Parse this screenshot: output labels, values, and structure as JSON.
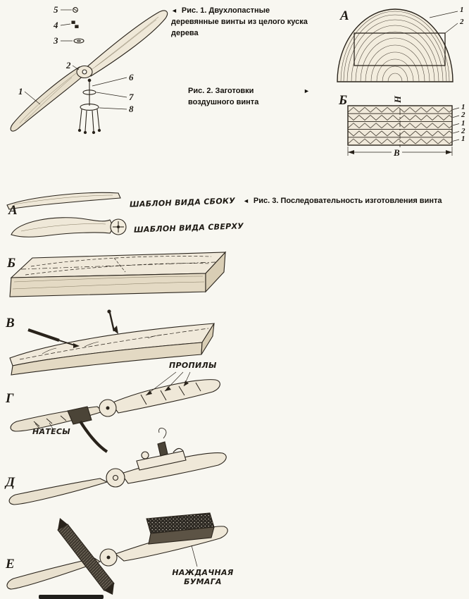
{
  "fig1": {
    "marker": "◄",
    "caption": "Рис. 1. Двухлопастные деревянные винты из целого куска дерева",
    "callouts": {
      "c5": "5",
      "c4": "4",
      "c3": "3",
      "c2": "2",
      "c1": "1",
      "c6": "6",
      "c7": "7",
      "c8": "8"
    }
  },
  "fig2": {
    "marker": "►",
    "caption": "Рис. 2. Заготовки воздушного винта",
    "log": {
      "letter": "А",
      "callout_1": "1",
      "callout_2": "2"
    },
    "blank": {
      "letter": "Б",
      "layer_callouts": [
        "1",
        "2",
        "1",
        "2",
        "1"
      ],
      "height_dim": "Н",
      "width_dim": "В"
    }
  },
  "fig3": {
    "marker": "◄",
    "caption": "Рис. 3. Последовательность изготовления винта",
    "steps": {
      "a": {
        "letter": "А",
        "label_side": "ШАБЛОН ВИДА СБОКУ",
        "label_top": "ШАБЛОН ВИДА СВЕРХУ"
      },
      "b": {
        "letter": "Б"
      },
      "v": {
        "letter": "В"
      },
      "g": {
        "letter": "Г",
        "label_cuts": "ПРОПИЛЫ",
        "label_hewn": "НАТЕСЫ"
      },
      "d": {
        "letter": "Д"
      },
      "e": {
        "letter": "Е",
        "label_sandpaper": "НАЖДАЧНАЯ БУМАГА"
      }
    }
  }
}
